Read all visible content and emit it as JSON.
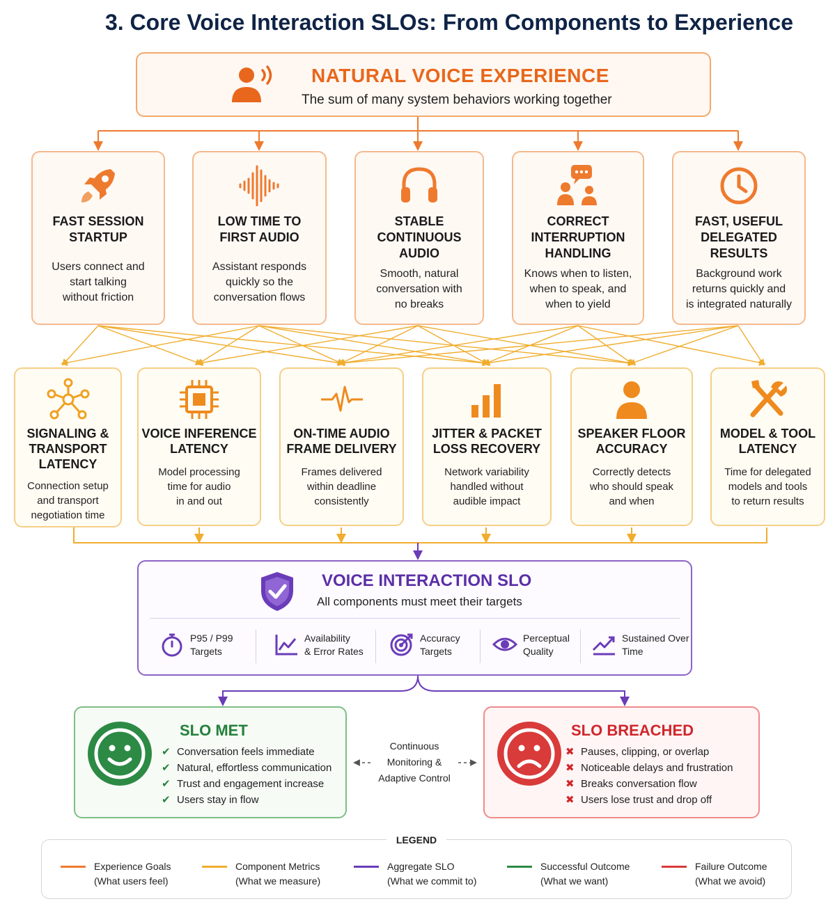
{
  "title": "3. Core Voice Interaction SLOs: From Components to Experience",
  "experience": {
    "icon": "person-speaking-icon",
    "heading": "NATURAL VOICE EXPERIENCE",
    "subtitle": "The sum of many system behaviors working together"
  },
  "goals": [
    {
      "icon": "rocket-icon",
      "title": [
        "FAST SESSION",
        "STARTUP"
      ],
      "desc": [
        "Users connect and",
        "start talking",
        "without friction"
      ]
    },
    {
      "icon": "sound-wave-icon",
      "title": [
        "LOW TIME TO",
        "FIRST AUDIO"
      ],
      "desc": [
        "Assistant responds",
        "quickly so the",
        "conversation flows"
      ]
    },
    {
      "icon": "headphones-icon",
      "title": [
        "STABLE",
        "CONTINUOUS",
        "AUDIO"
      ],
      "desc": [
        "Smooth, natural",
        "conversation with",
        "no breaks"
      ]
    },
    {
      "icon": "conversation-icon",
      "title": [
        "CORRECT",
        "INTERRUPTION",
        "HANDLING"
      ],
      "desc": [
        "Knows when to listen,",
        "when to speak, and",
        "when to yield"
      ]
    },
    {
      "icon": "clock-icon",
      "title": [
        "FAST, USEFUL",
        "DELEGATED",
        "RESULTS"
      ],
      "desc": [
        "Background work",
        "returns quickly and",
        "is integrated naturally"
      ]
    }
  ],
  "components": [
    {
      "icon": "network-nodes-icon",
      "title": [
        "SIGNALING &",
        "TRANSPORT",
        "LATENCY"
      ],
      "desc": [
        "Connection setup",
        "and transport",
        "negotiation time"
      ]
    },
    {
      "icon": "chip-icon",
      "title": [
        "VOICE INFERENCE",
        "LATENCY"
      ],
      "desc": [
        "Model processing",
        "time for audio",
        "in and out"
      ]
    },
    {
      "icon": "pulse-icon",
      "title": [
        "ON-TIME AUDIO",
        "FRAME DELIVERY"
      ],
      "desc": [
        "Frames delivered",
        "within deadline",
        "consistently"
      ]
    },
    {
      "icon": "bar-chart-icon",
      "title": [
        "JITTER & PACKET",
        "LOSS RECOVERY"
      ],
      "desc": [
        "Network variability",
        "handled without",
        "audible impact"
      ]
    },
    {
      "icon": "person-icon",
      "title": [
        "SPEAKER FLOOR",
        "ACCURACY"
      ],
      "desc": [
        "Correctly detects",
        "who should speak",
        "and when"
      ]
    },
    {
      "icon": "tools-icon",
      "title": [
        "MODEL & TOOL",
        "LATENCY"
      ],
      "desc": [
        "Time for delegated",
        "models and tools",
        "to return results"
      ]
    }
  ],
  "slo": {
    "icon": "shield-check-icon",
    "heading": "VOICE INTERACTION SLO",
    "subtitle": "All components must meet their targets",
    "metrics": [
      {
        "icon": "stopwatch-icon",
        "label": [
          "P95 / P99",
          "Targets"
        ]
      },
      {
        "icon": "line-chart-icon",
        "label": [
          "Availability",
          "& Error Rates"
        ]
      },
      {
        "icon": "target-icon",
        "label": [
          "Accuracy",
          "Targets"
        ]
      },
      {
        "icon": "eye-icon",
        "label": [
          "Perceptual",
          "Quality"
        ]
      },
      {
        "icon": "trend-up-icon",
        "label": [
          "Sustained Over",
          "Time"
        ]
      }
    ]
  },
  "outcomes": {
    "met": {
      "title": "SLO MET",
      "items": [
        "Conversation feels immediate",
        "Natural, effortless communication",
        "Trust and engagement increase",
        "Users stay in flow"
      ]
    },
    "breached": {
      "title": "SLO BREACHED",
      "items": [
        "Pauses, clipping, or overlap",
        "Noticeable delays and frustration",
        "Breaks conversation flow",
        "Users lose trust and drop off"
      ]
    },
    "monitor": [
      "Continuous",
      "Monitoring &",
      "Adaptive Control"
    ]
  },
  "legend": {
    "title": "LEGEND",
    "items": [
      {
        "color": "#ee7a2e",
        "label": "Experience Goals",
        "sub": "(What users feel)"
      },
      {
        "color": "#f0ad2e",
        "label": "Component Metrics",
        "sub": "(What we measure)"
      },
      {
        "color": "#6a3cb8",
        "label": "Aggregate SLO",
        "sub": "(What we commit to)"
      },
      {
        "color": "#2c8a45",
        "label": "Successful Outcome",
        "sub": "(What we want)"
      },
      {
        "color": "#d93a3a",
        "label": "Failure Outcome",
        "sub": "(What we avoid)"
      }
    ]
  },
  "colors": {
    "experience": "#e8671c",
    "component": "#f0ad2e",
    "slo": "#6a3cb8",
    "success": "#2c8a45",
    "failure": "#d93a3a"
  }
}
